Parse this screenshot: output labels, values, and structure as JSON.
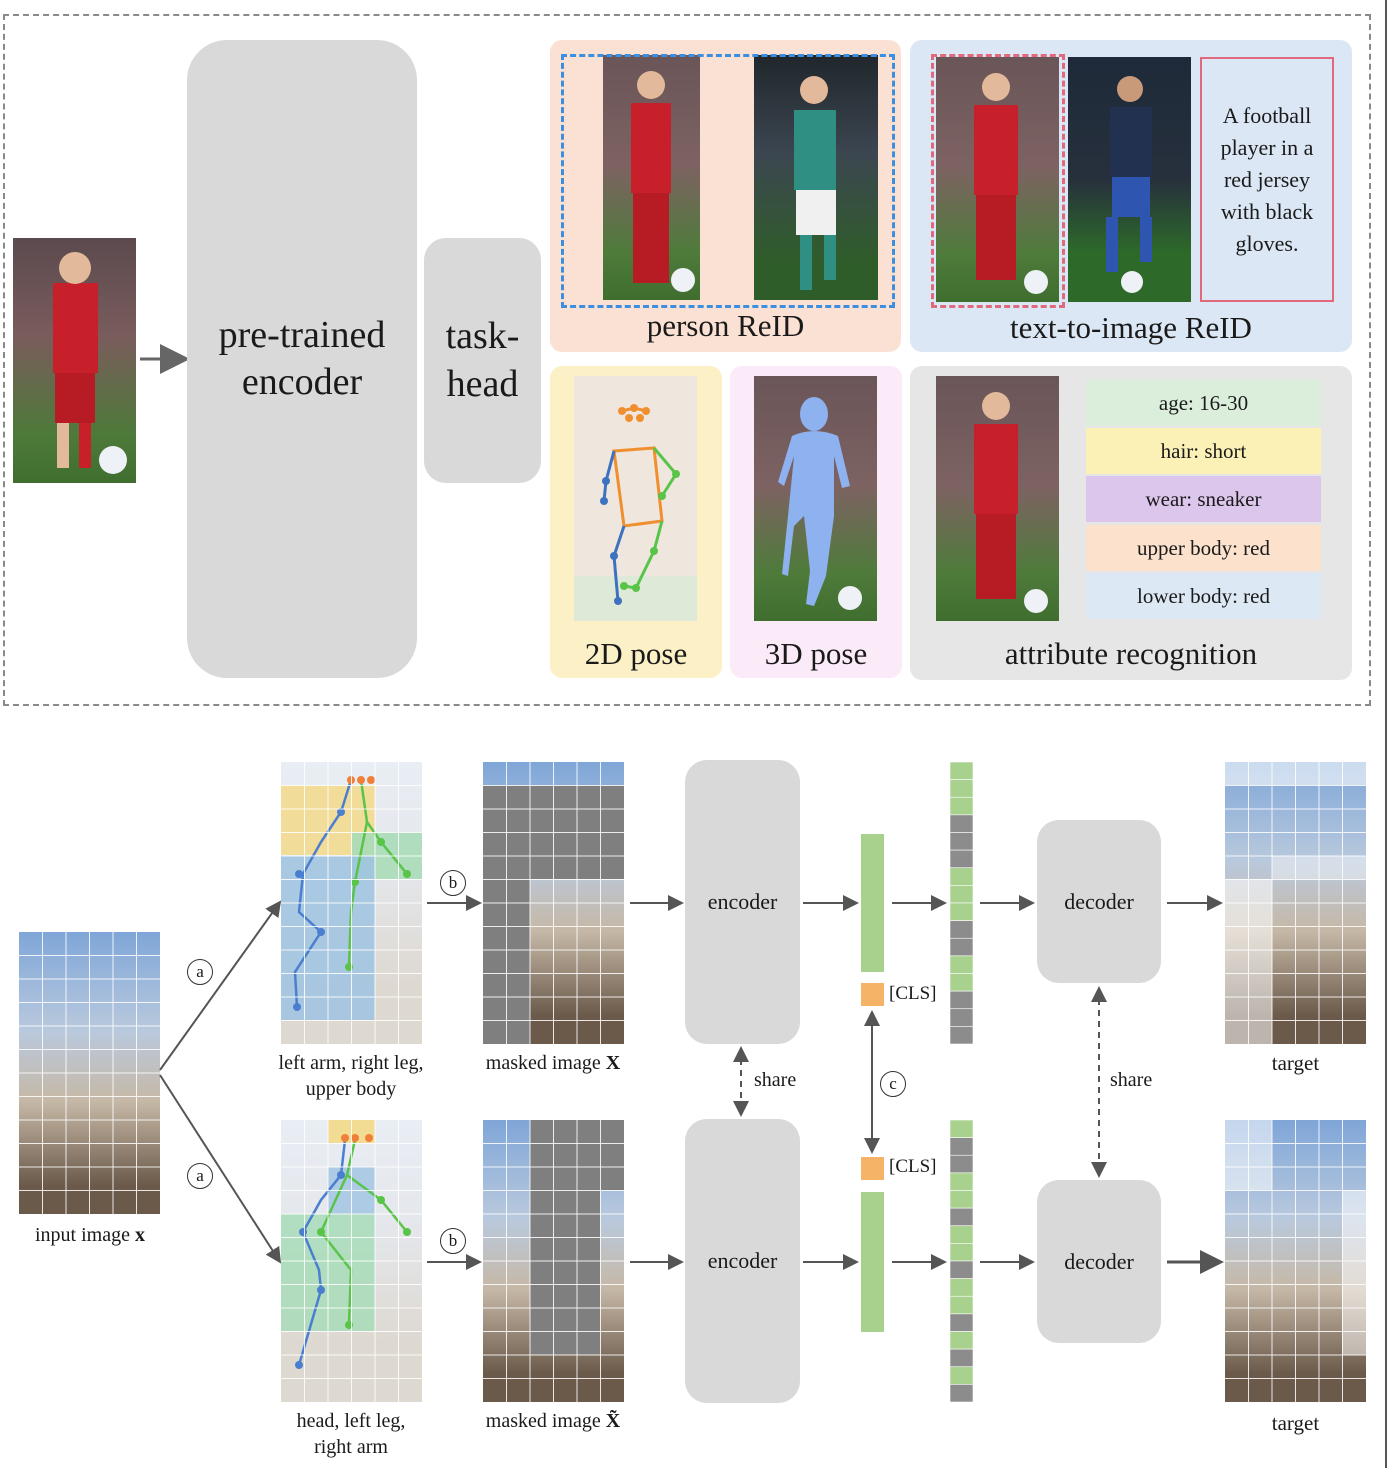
{
  "top": {
    "encoder_label": "pre-trained encoder",
    "taskhead_label": "task-head",
    "tasks": {
      "person_reid": "person ReID",
      "text_reid": "text-to-image ReID",
      "text_query": "A football player in a red jersey with black gloves.",
      "pose2d": "2D pose",
      "pose3d": "3D pose",
      "attribute": "attribute recognition",
      "attributes": [
        {
          "text": "age: 16-30",
          "color": "#dbeedb"
        },
        {
          "text": "hair: short",
          "color": "#fbf0b6"
        },
        {
          "text": "wear: sneaker",
          "color": "#dcc6ec"
        },
        {
          "text": "upper body: red",
          "color": "#fce1cc"
        },
        {
          "text": "lower body: red",
          "color": "#dce8f4"
        }
      ]
    },
    "colors": {
      "reid_bg": "#fbe1d3",
      "text_bg": "#dbe7f4",
      "pose2d_bg": "#fcf1c6",
      "pose3d_bg": "#fbeaf8",
      "attr_bg": "#e6e6e6",
      "reid_dash": "#3b8ee0",
      "text_dash": "#e06a7c",
      "pill": "#d9d9d9"
    }
  },
  "bottom": {
    "input_caption": "input image x",
    "input_caption_main": "input image ",
    "input_caption_var": "x",
    "parts_top": "left arm, right leg, upper body",
    "parts_top_l1": "left arm, right leg,",
    "parts_top_l2": "upper body",
    "parts_bottom_l1": "head, left leg,",
    "parts_bottom_l2": "right arm",
    "masked_top_main": "masked image ",
    "masked_top_var": "X",
    "masked_bottom_main": "masked image ",
    "masked_bottom_var": "X̃",
    "encoder": "encoder",
    "decoder": "decoder",
    "cls": "[CLS]",
    "share": "share",
    "target": "target",
    "steps": {
      "a": "a",
      "b": "b",
      "c": "c"
    },
    "colors": {
      "token_green": "#a9d18e",
      "token_gray": "#8c8c8c",
      "cls": "#f4b366",
      "mask_gray": "#7f7f7f"
    }
  }
}
